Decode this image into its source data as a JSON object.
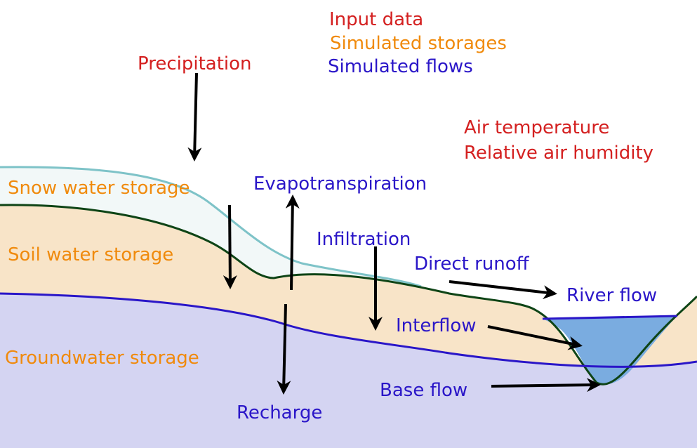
{
  "legend": {
    "input_data": "Input data",
    "simulated_storages": "Simulated storages",
    "simulated_flows": "Simulated flows"
  },
  "inputs": {
    "precipitation": "Precipitation",
    "air_temperature": "Air temperature",
    "relative_air_humidity": "Relative air humidity"
  },
  "storages": {
    "snow": "Snow water storage",
    "soil": "Soil water storage",
    "groundwater": "Groundwater storage"
  },
  "flows": {
    "evapotranspiration": "Evapotranspiration",
    "infiltration": "Infiltration",
    "direct_runoff": "Direct runoff",
    "river_flow": "River flow",
    "interflow": "Interflow",
    "base_flow": "Base flow",
    "recharge": "Recharge"
  },
  "colors": {
    "input": "#d42020",
    "storage": "#f08a0c",
    "flow": "#2a16c8",
    "snow_fill": "#f2f8f8",
    "snow_line": "#7ec3c8",
    "soil_fill": "#f8e4c8",
    "soil_line": "#0e4416",
    "groundwater_fill": "#d4d4f2",
    "groundwater_line": "#2a16c8",
    "river_fill": "#7aace0"
  }
}
